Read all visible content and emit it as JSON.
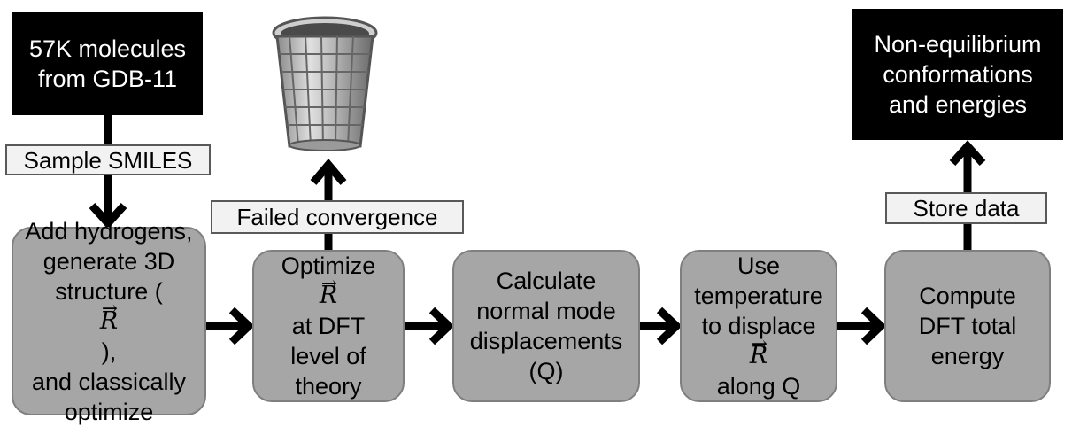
{
  "start_box": [
    "57K molecules",
    "from GDB-11"
  ],
  "end_box": [
    "Non-equilibrium",
    "conformations",
    "and energies"
  ],
  "labels": {
    "sample": "Sample SMILES",
    "failed": "Failed convergence",
    "store": "Store data"
  },
  "vector_symbol": "R",
  "steps": [
    {
      "lines": [
        "Add hydrogens,",
        "generate 3D",
        "structure (",
        "), ",
        "and classically",
        "optimize"
      ]
    },
    {
      "lines": [
        "Optimize",
        " at DFT",
        "level of",
        "theory"
      ]
    },
    {
      "lines": [
        "Calculate",
        "normal mode",
        "displacements",
        "(Q)"
      ]
    },
    {
      "lines": [
        "Use",
        "temperature",
        "to displace ",
        "along Q"
      ]
    },
    {
      "lines": [
        "Compute",
        "DFT total",
        "energy"
      ]
    }
  ],
  "colors": {
    "box_black": "#000000",
    "box_gray": "#a6a6a6",
    "label_bg": "#f2f2f2",
    "arrow": "#000000"
  },
  "icons": {
    "trash": "trash-can-icon"
  }
}
